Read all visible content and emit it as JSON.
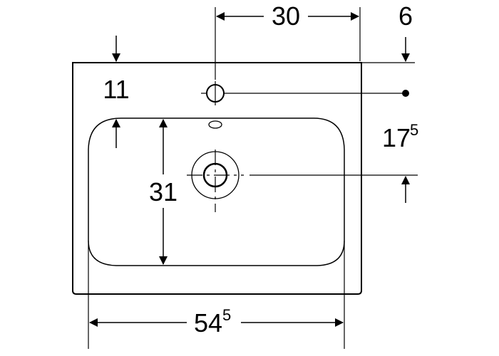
{
  "diagram": {
    "colors": {
      "line": "#000000",
      "background": "#ffffff"
    },
    "dimensions": {
      "tap_offset": "30",
      "rim_back": "6",
      "rim_top": "11",
      "tap_to_drain_main": "17",
      "tap_to_drain_sup": "5",
      "bowl_depth": "31",
      "bowl_width_main": "54",
      "bowl_width_sup": "5"
    }
  }
}
